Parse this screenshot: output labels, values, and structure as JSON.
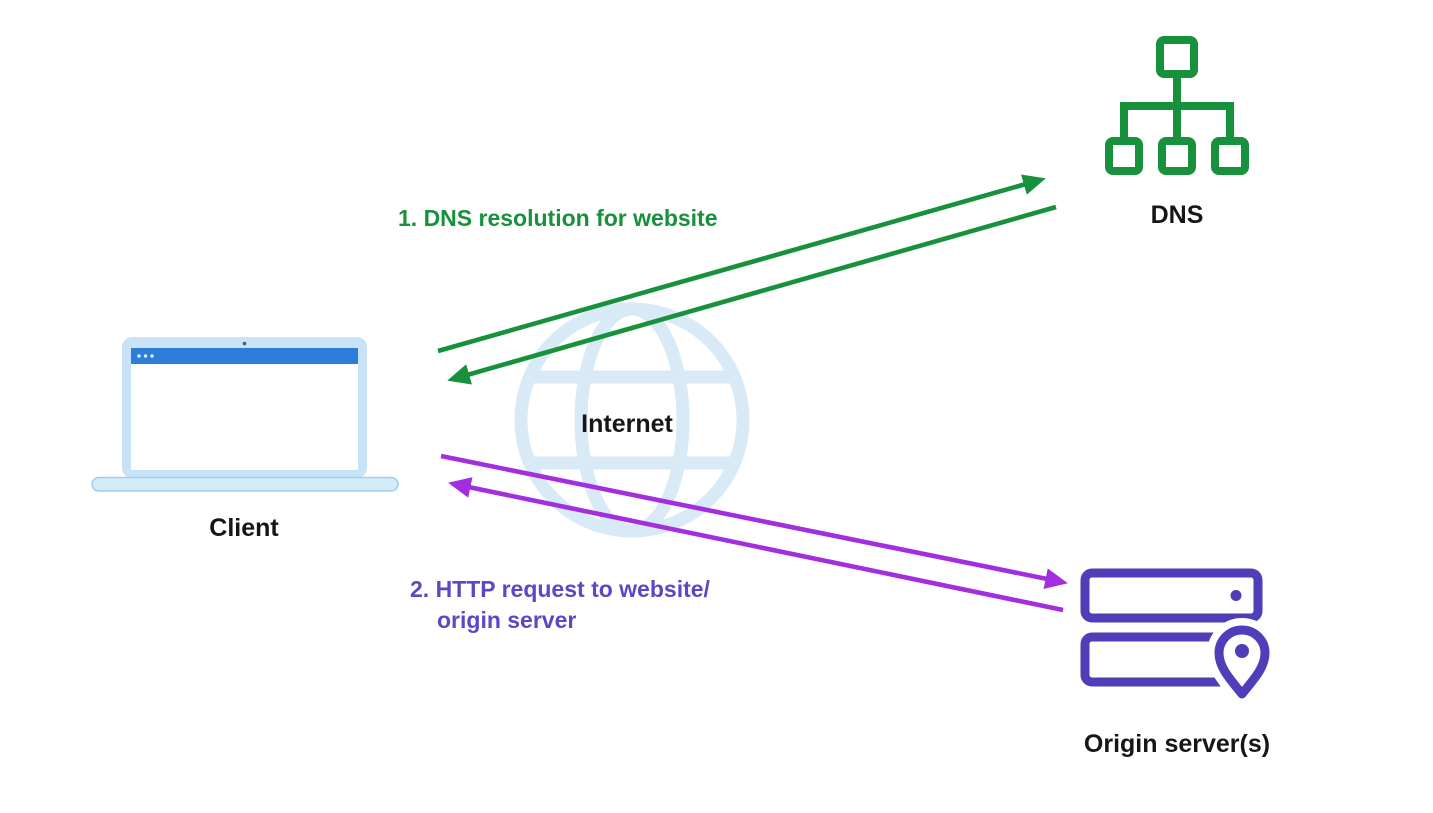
{
  "nodes": {
    "client": {
      "label": "Client"
    },
    "internet": {
      "label": "Internet"
    },
    "dns": {
      "label": "DNS"
    },
    "origin_server": {
      "label": "Origin server(s)"
    }
  },
  "flows": {
    "dns_resolution": {
      "label": "1. DNS resolution for website",
      "from": "client",
      "to": "dns",
      "bidirectional": true
    },
    "http_request": {
      "label_line1": "2. HTTP request to website/",
      "label_line2": "origin server",
      "from": "client",
      "to": "origin_server",
      "bidirectional": true
    }
  },
  "icons": {
    "client": "laptop-icon",
    "internet": "globe-icon",
    "dns": "hierarchy-tree-icon",
    "origin_server": "server-stack-with-location-pin-icon"
  },
  "colors": {
    "green": "#17913c",
    "purple": "#a32ee0",
    "indigo": "#4e3eb8",
    "indigo_text": "#5a49c6",
    "globe": "#d8eaf6",
    "laptop_fill": "#c8e3f7",
    "laptop_bar": "#2d7ed8",
    "laptop_base": "#d4ebfa",
    "text_dark": "#161616",
    "background": "#ffffff"
  }
}
